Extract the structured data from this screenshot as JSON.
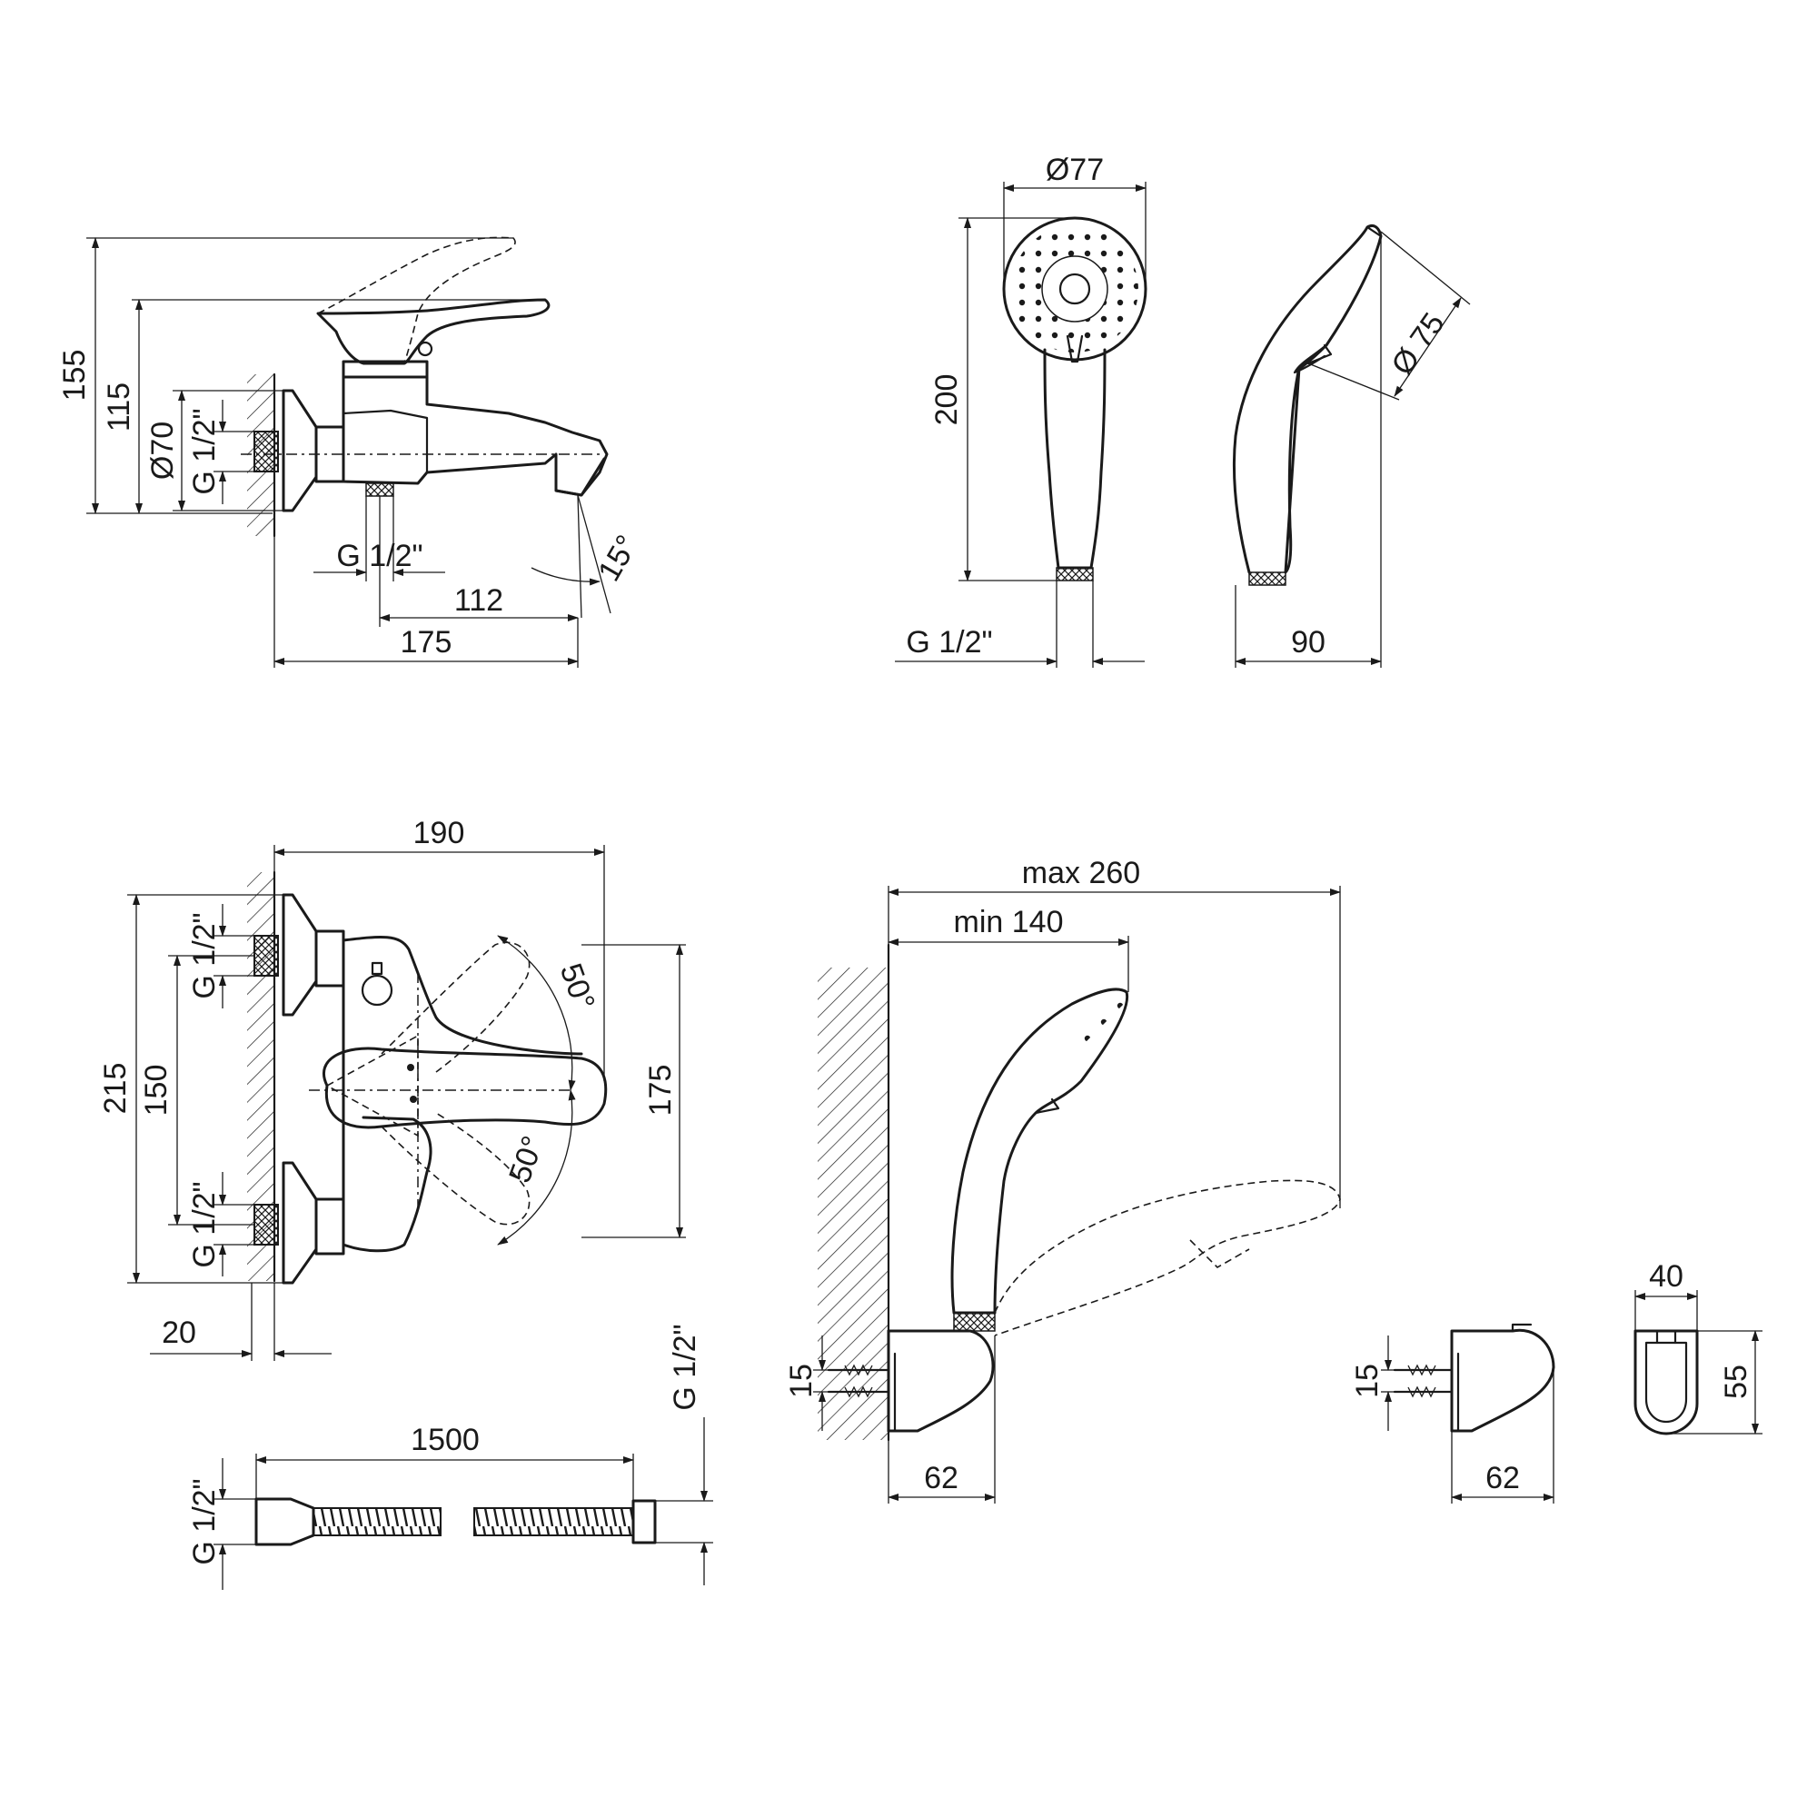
{
  "colors": {
    "line": "#1a1a1a",
    "background": "#ffffff"
  },
  "views": {
    "faucet_side": {
      "height_total": "155",
      "height_spout": "115",
      "flange_diameter": "Ø70",
      "inlet_thread": "G 1/2\"",
      "bottom_outlet_thread": "G 1/2\"",
      "spout_angle": "15°",
      "spout_reach": "112",
      "total_projection": "175"
    },
    "shower_front": {
      "head_diameter": "Ø77",
      "length": "200",
      "thread": "G 1/2\""
    },
    "shower_side": {
      "face_diameter": "Ø 75",
      "depth": "90"
    },
    "faucet_front": {
      "width": "190",
      "total_height": "215",
      "center_distance": "150",
      "body_height": "175",
      "upper_angle": "50°",
      "lower_angle": "50°",
      "upper_thread": "G 1/2\"",
      "lower_thread": "G 1/2\"",
      "eccentric_offset": "20"
    },
    "hose": {
      "length": "1500",
      "left_thread": "G 1/2\"",
      "right_thread": "G 1/2\""
    },
    "wall_holder": {
      "max_reach": "max 260",
      "min_reach": "min 140",
      "screw_spacing": "15",
      "depth": "62"
    },
    "holder_side": {
      "screw_spacing": "15",
      "depth": "62"
    },
    "holder_front": {
      "width": "40",
      "height": "55"
    }
  }
}
